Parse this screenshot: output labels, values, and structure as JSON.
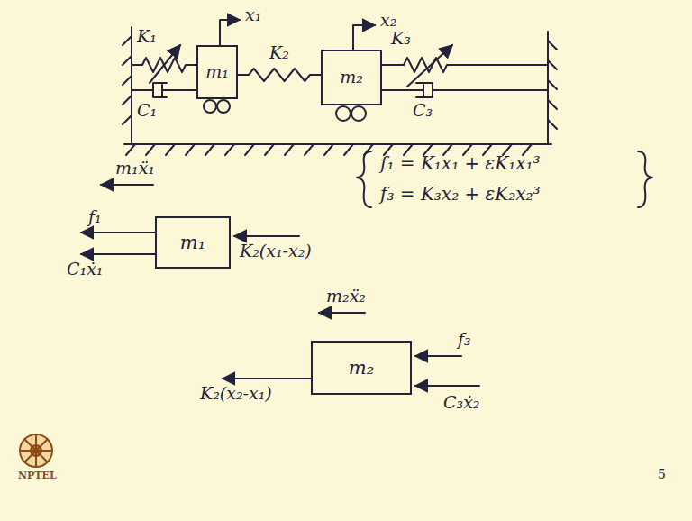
{
  "diagram": {
    "nodes": [
      {
        "text": [
          "m₁"
        ]
      },
      {
        "text": [
          "m₂"
        ]
      },
      {
        "text": [
          "m₁"
        ]
      },
      {
        "text": [
          "m₂"
        ]
      }
    ],
    "edges": [
      {
        "from": 0,
        "to": 1,
        "label": "K₂",
        "arrow": "none"
      }
    ],
    "labels": [
      "x₁",
      "K₁",
      "C₁",
      "K₃",
      "x₂",
      "C₃",
      "m₁ẍ₁",
      "f₁",
      "C₁ẋ₁",
      "K₂(x₁-x₂)",
      "f₁ = K₁x₁ + εK₁x₁³",
      "f₃ = K₃x₂ + εK₂x₂³",
      "m₂ẍ₂",
      "f₃",
      "C₃ẋ₂",
      "K₂(x₂-x₁)",
      "NPTEL",
      "5"
    ]
  }
}
